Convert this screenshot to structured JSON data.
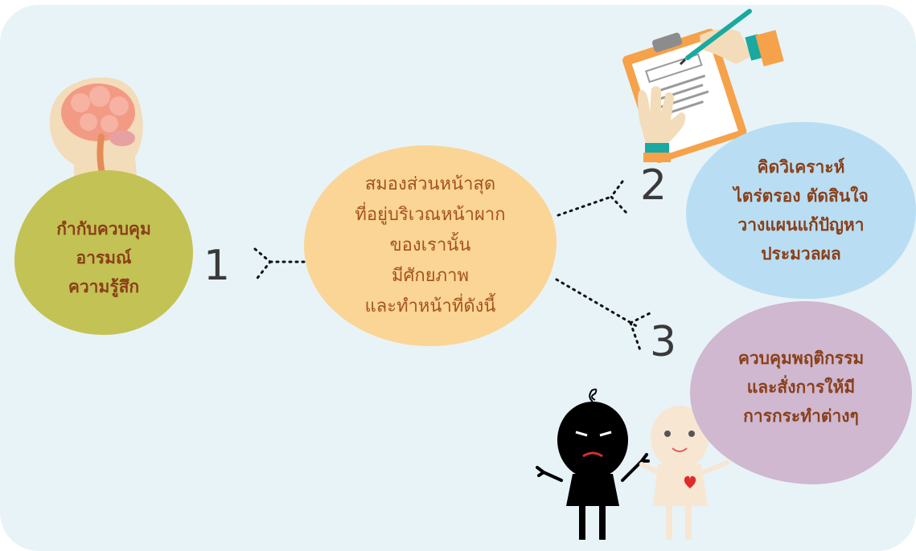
{
  "steps": [
    {
      "number": "1",
      "lines": [
        "กำกับควบคุม",
        "อารมณ์",
        "ความรู้สึก"
      ]
    },
    {
      "number": "2",
      "lines": [
        "คิดวิเคราะห์",
        "ไตร่ตรอง ตัดสินใจ",
        "วางแผนแก้ปัญหา",
        "ประมวลผล"
      ]
    },
    {
      "number": "3",
      "lines": [
        "ควบคุมพฤติกรรม",
        "และสั่งการให้มี",
        "การกระทำต่างๆ"
      ]
    }
  ],
  "center": {
    "lines": [
      "สมองส่วนหน้าสุด",
      "ที่อยู่บริเวณหน้าผาก",
      "ของเรานั้น",
      "มีศักยภาพ",
      "และทำหน้าที่ดังนี้"
    ]
  },
  "colors": {
    "background": "#e8f3f8",
    "green_blob": "#c3c254",
    "orange_blob": "#fbd595",
    "blue_blob": "#b9def3",
    "purple_blob": "#cfb8d0",
    "text_dark_orange": "#8a3f19"
  },
  "icons": [
    "brain-head-icon",
    "clipboard-hand-icon",
    "grumpy-character-icon",
    "happy-character-icon"
  ]
}
